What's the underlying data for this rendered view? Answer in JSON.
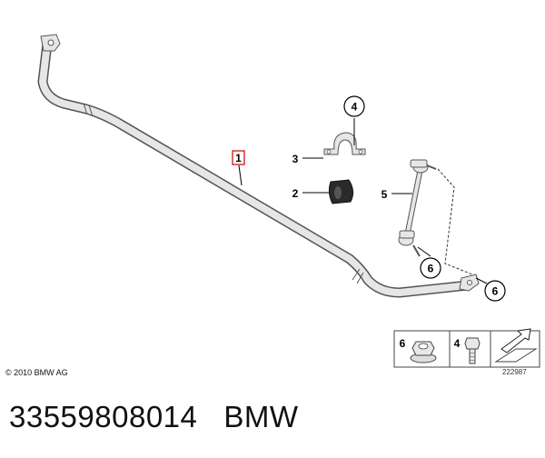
{
  "callouts": {
    "c1": "1",
    "c2": "2",
    "c3": "3",
    "c4": "4",
    "c5": "5",
    "c6a": "6",
    "c6b": "6"
  },
  "legend": {
    "item6": "6",
    "item4": "4",
    "diagram_id": "222987"
  },
  "copyright": "© 2010 BMW AG",
  "caption": {
    "part_number": "33559808014",
    "brand": "BMW"
  },
  "colors": {
    "line": "#555555",
    "bar_fill": "#e4e4e4",
    "highlight": "#cc0000",
    "rubber": "#2a2a2a"
  },
  "icons": [
    "nut-icon",
    "bolt-icon",
    "direction-arrow-icon"
  ]
}
